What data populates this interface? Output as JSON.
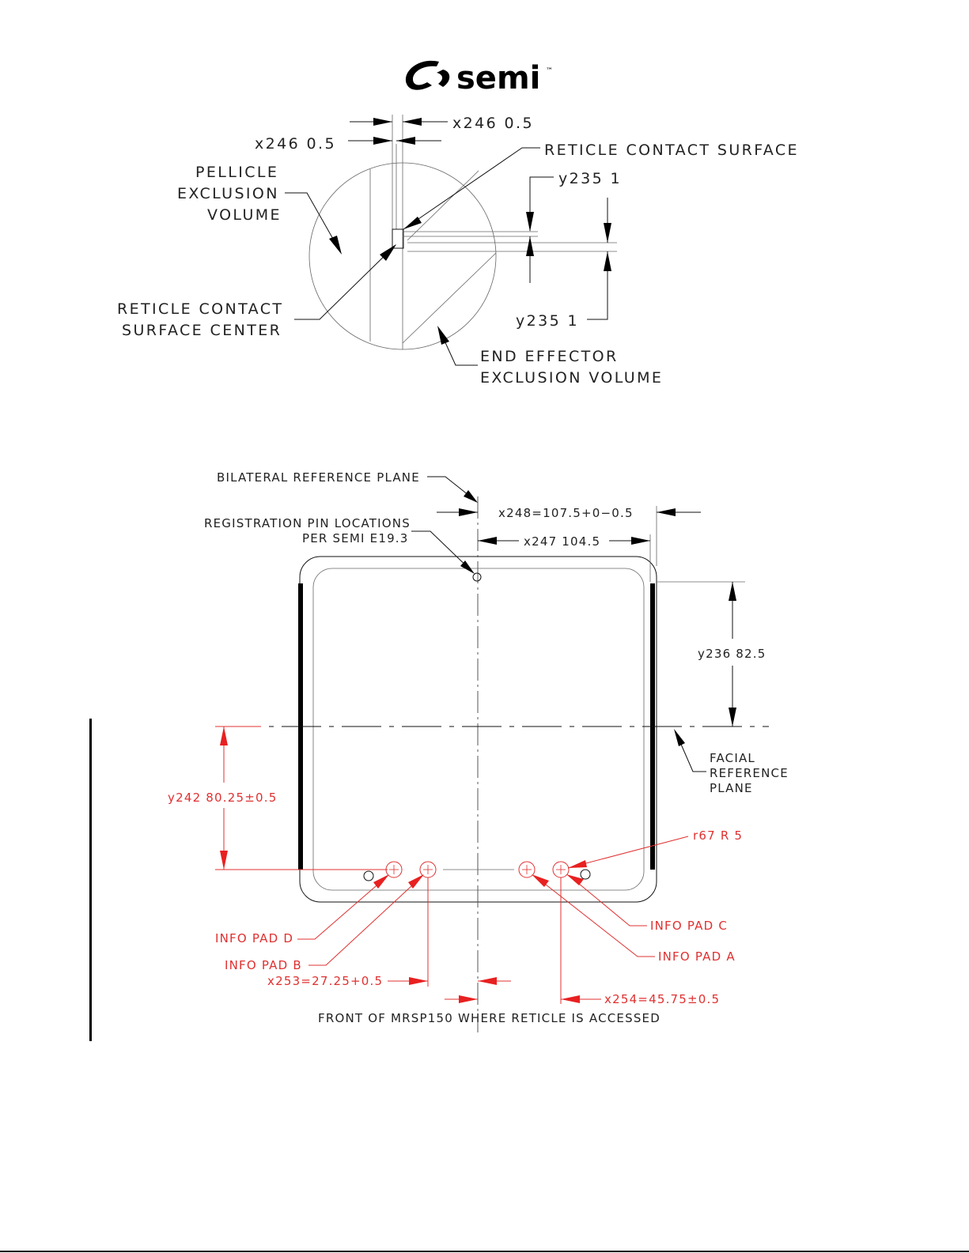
{
  "logo": {
    "text": "semi",
    "tm": "™"
  },
  "detail": {
    "dim_x246_top": "x246 0.5",
    "dim_x246_left": "x246 0.5",
    "reticle_contact_surface": "RETICLE CONTACT SURFACE",
    "pellicle_line1": "PELLICLE",
    "pellicle_line2": "EXCLUSION",
    "pellicle_line3": "VOLUME",
    "dim_y235_top": "y235 1",
    "dim_y235_bottom": "y235 1",
    "contact_center_line1": "RETICLE CONTACT",
    "contact_center_line2": "SURFACE CENTER",
    "end_effector_line1": "END EFFECTOR",
    "end_effector_line2": "EXCLUSION VOLUME"
  },
  "plan": {
    "bilateral_reference_plane": "BILATERAL REFERENCE PLANE",
    "registration_line1": "REGISTRATION PIN LOCATIONS",
    "registration_line2": "PER SEMI E19.3",
    "dim_x248": "x248=107.5+0−0.5",
    "dim_x247": "x247 104.5",
    "dim_y236": "y236 82.5",
    "facial_line1": "FACIAL",
    "facial_line2": "REFERENCE",
    "facial_line3": "PLANE",
    "dim_y242": "y242 80.25±0.5",
    "dim_r67": "r67 R 5",
    "info_pad_c": "INFO PAD C",
    "info_pad_d": "INFO PAD D",
    "info_pad_a": "INFO PAD A",
    "info_pad_b": "INFO PAD B",
    "dim_x253": "x253=27.25+0.5",
    "dim_x254": "x254=45.75±0.5",
    "front_note": "FRONT OF MRSP150 WHERE RETICLE IS ACCESSED"
  }
}
